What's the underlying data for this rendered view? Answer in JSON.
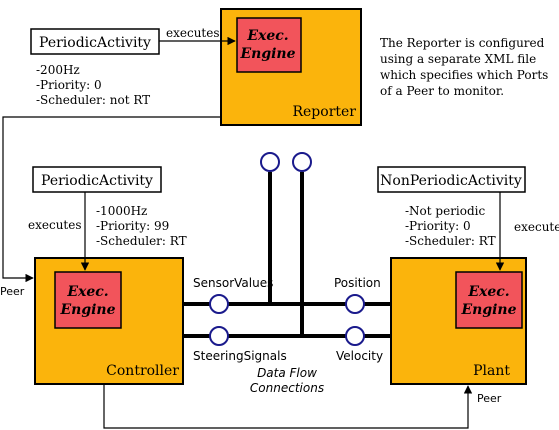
{
  "components": {
    "reporter": {
      "name": "Reporter",
      "engine_line1": "Exec.",
      "engine_line2": "Engine"
    },
    "controller": {
      "name": "Controller",
      "engine_line1": "Exec.",
      "engine_line2": "Engine"
    },
    "plant": {
      "name": "Plant",
      "engine_line1": "Exec.",
      "engine_line2": "Engine"
    }
  },
  "activities": {
    "top": {
      "label": "PeriodicActivity",
      "executes": "executes",
      "props": [
        "-200Hz",
        "-Priority: 0",
        "-Scheduler: not RT"
      ]
    },
    "controller": {
      "label": "PeriodicActivity",
      "executes": "executes",
      "props": [
        "-1000Hz",
        "-Priority: 99",
        "-Scheduler: RT"
      ]
    },
    "plant": {
      "label": "NonPeriodicActivity",
      "executes": "executes",
      "props": [
        "-Not periodic",
        "-Priority: 0",
        "-Scheduler: RT"
      ]
    }
  },
  "note": {
    "lines": [
      "The Reporter is configured",
      "using a separate XML file",
      "which specifies which Ports",
      "of a Peer to monitor."
    ]
  },
  "ports": {
    "sensor_values": "SensorValues",
    "position": "Position",
    "steering_signals": "SteeringSignals",
    "velocity": "Velocity"
  },
  "peer_labels": {
    "left": "Peer",
    "bottom": "Peer"
  },
  "connections_caption": {
    "line1": "Data Flow",
    "line2": "Connections"
  },
  "colors": {
    "component_fill": "#fbb40c",
    "engine_fill": "#f2545b",
    "port_ring": "#1a1a8c"
  }
}
